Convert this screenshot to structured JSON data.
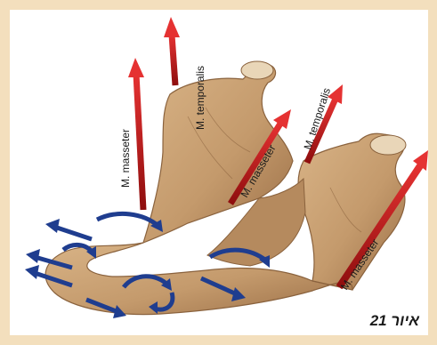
{
  "figure": {
    "caption": "איור 21",
    "labels": {
      "masseter_left": "M. masseter",
      "temporalis_left": "M. temporalis",
      "masseter_center": "M. masseter",
      "temporalis_right": "M. temporalis",
      "masseter_right": "M. masseter"
    }
  },
  "colors": {
    "background": "#f3dfbd",
    "panel": "#ffffff",
    "bone": "#c79e72",
    "bone_shadow": "#9c7148",
    "muscle_arrow": "#d42222",
    "motion_arrow": "#1f3d8f"
  }
}
